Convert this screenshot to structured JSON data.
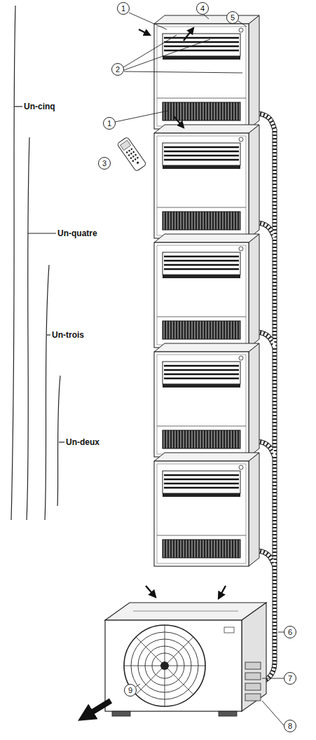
{
  "diagram": {
    "labels": [
      "1",
      "4",
      "5",
      "2",
      "1",
      "3",
      "Un-cinq",
      "Un-quatre",
      "Un-trois",
      "Un-deux",
      "9",
      "6",
      "7",
      "8"
    ]
  }
}
